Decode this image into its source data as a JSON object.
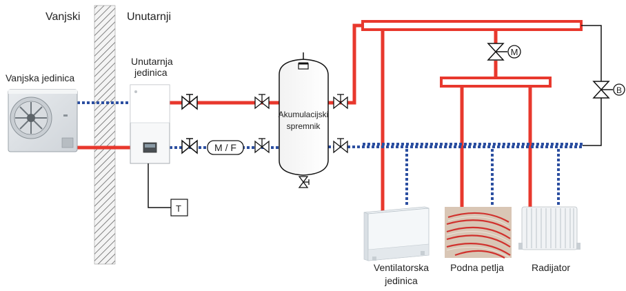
{
  "labels": {
    "outdoor_zone": "Vanjski",
    "indoor_zone": "Unutarnji",
    "outdoor_unit": "Vanjska jedinica",
    "indoor_unit_line1": "Unutarnja",
    "indoor_unit_line2": "jedinica",
    "tank_line1": "Akumulacijski",
    "tank_line2": "spremnik",
    "thermostat": "T",
    "filter": "M / F",
    "valve_m": "M",
    "valve_b": "B",
    "fan_coil_line1": "Ventilatorska",
    "fan_coil_line2": "jedinica",
    "floor_loop": "Podna petlja",
    "radiator": "Radijator"
  },
  "colors": {
    "supply_pipe": "#e8382d",
    "return_pipe": "#2b4ea0",
    "wall_hatch": "#555555",
    "line": "#111111"
  }
}
